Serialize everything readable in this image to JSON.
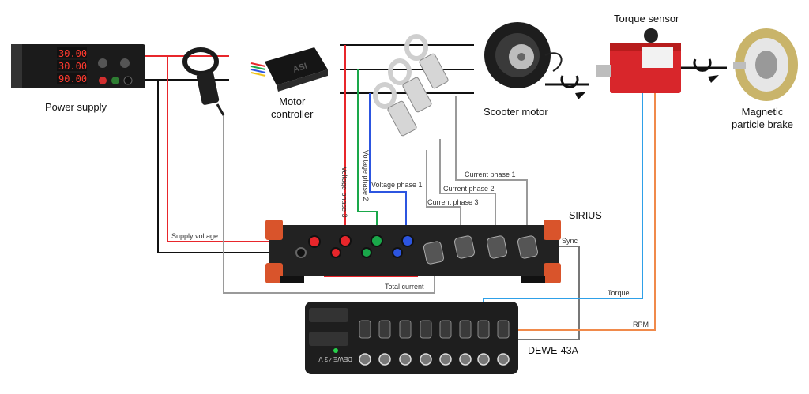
{
  "devices": {
    "power_supply": "Power supply",
    "motor_controller_line1": "Motor",
    "motor_controller_line2": "controller",
    "scooter_motor": "Scooter motor",
    "torque_sensor": "Torque sensor",
    "brake_line1": "Magnetic",
    "brake_line2": "particle brake",
    "sirius": "SIRIUS",
    "dewe": "DEWE-43A",
    "psu_display": [
      "30.00",
      "30.00",
      "90.00"
    ],
    "controller_brand": "ASI",
    "dewe_front_label": "DEWE 43 V"
  },
  "signals": {
    "supply_voltage": "Supply voltage",
    "total_current": "Total current",
    "voltage_phase_1": "Voltage phase 1",
    "voltage_phase_2": "Voltage phase 2",
    "voltage_phase_3": "Voltage phase 3",
    "current_phase_1": "Current phase 1",
    "current_phase_2": "Current phase 2",
    "current_phase_3": "Current phase 3",
    "sync": "Sync",
    "torque": "Torque",
    "rpm": "RPM"
  },
  "colors": {
    "red": "#e8262b",
    "black": "#111111",
    "green": "#1aa84a",
    "blue": "#2c55e0",
    "gray": "#9a9a9a",
    "light_blue": "#2ea0e8",
    "orange": "#f08a4b",
    "sirius_body": "#222222",
    "sirius_corner": "#d9542b"
  }
}
